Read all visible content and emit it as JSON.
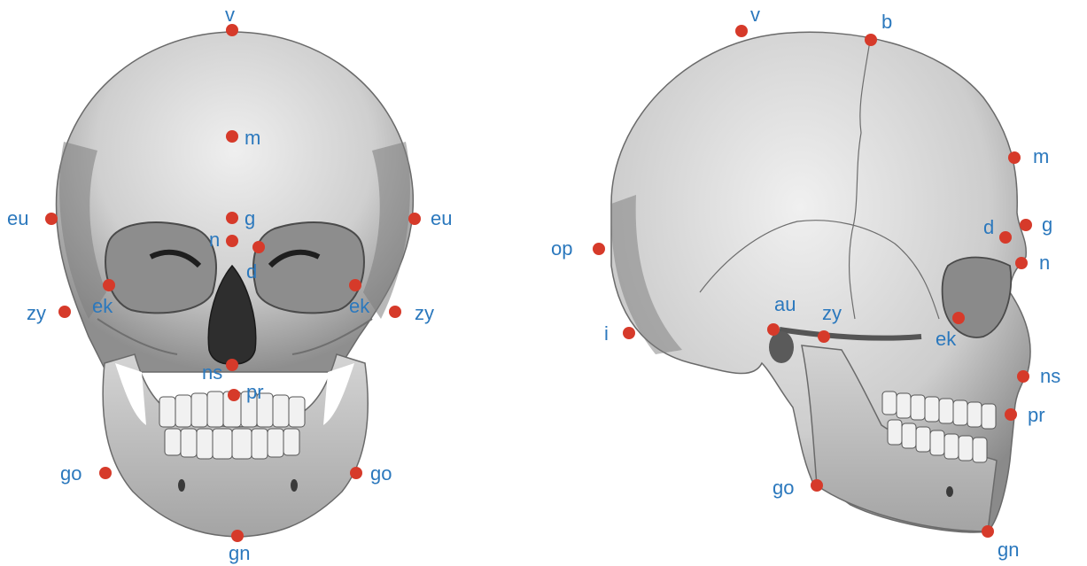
{
  "colors": {
    "landmark_dot": "#d63a2a",
    "landmark_label": "#2b78bd",
    "bone_light": "#d9d9d9",
    "bone_mid": "#a9a9a9",
    "bone_dark": "#3e3e3e",
    "background": "#ffffff"
  },
  "frontal_view": {
    "landmarks": {
      "v": "v",
      "m": "m",
      "g": "g",
      "n": "n",
      "d": "d",
      "eu_left": "eu",
      "eu_right": "eu",
      "ek_left": "ek",
      "ek_right": "ek",
      "zy_left": "zy",
      "zy_right": "zy",
      "ns": "ns",
      "pr": "pr",
      "go_left": "go",
      "go_right": "go",
      "gn": "gn"
    }
  },
  "lateral_view": {
    "landmarks": {
      "v": "v",
      "b": "b",
      "m": "m",
      "g": "g",
      "d": "d",
      "n": "n",
      "op": "op",
      "i": "i",
      "au": "au",
      "zy": "zy",
      "ek": "ek",
      "ns": "ns",
      "pr": "pr",
      "go": "go",
      "gn": "gn"
    }
  }
}
